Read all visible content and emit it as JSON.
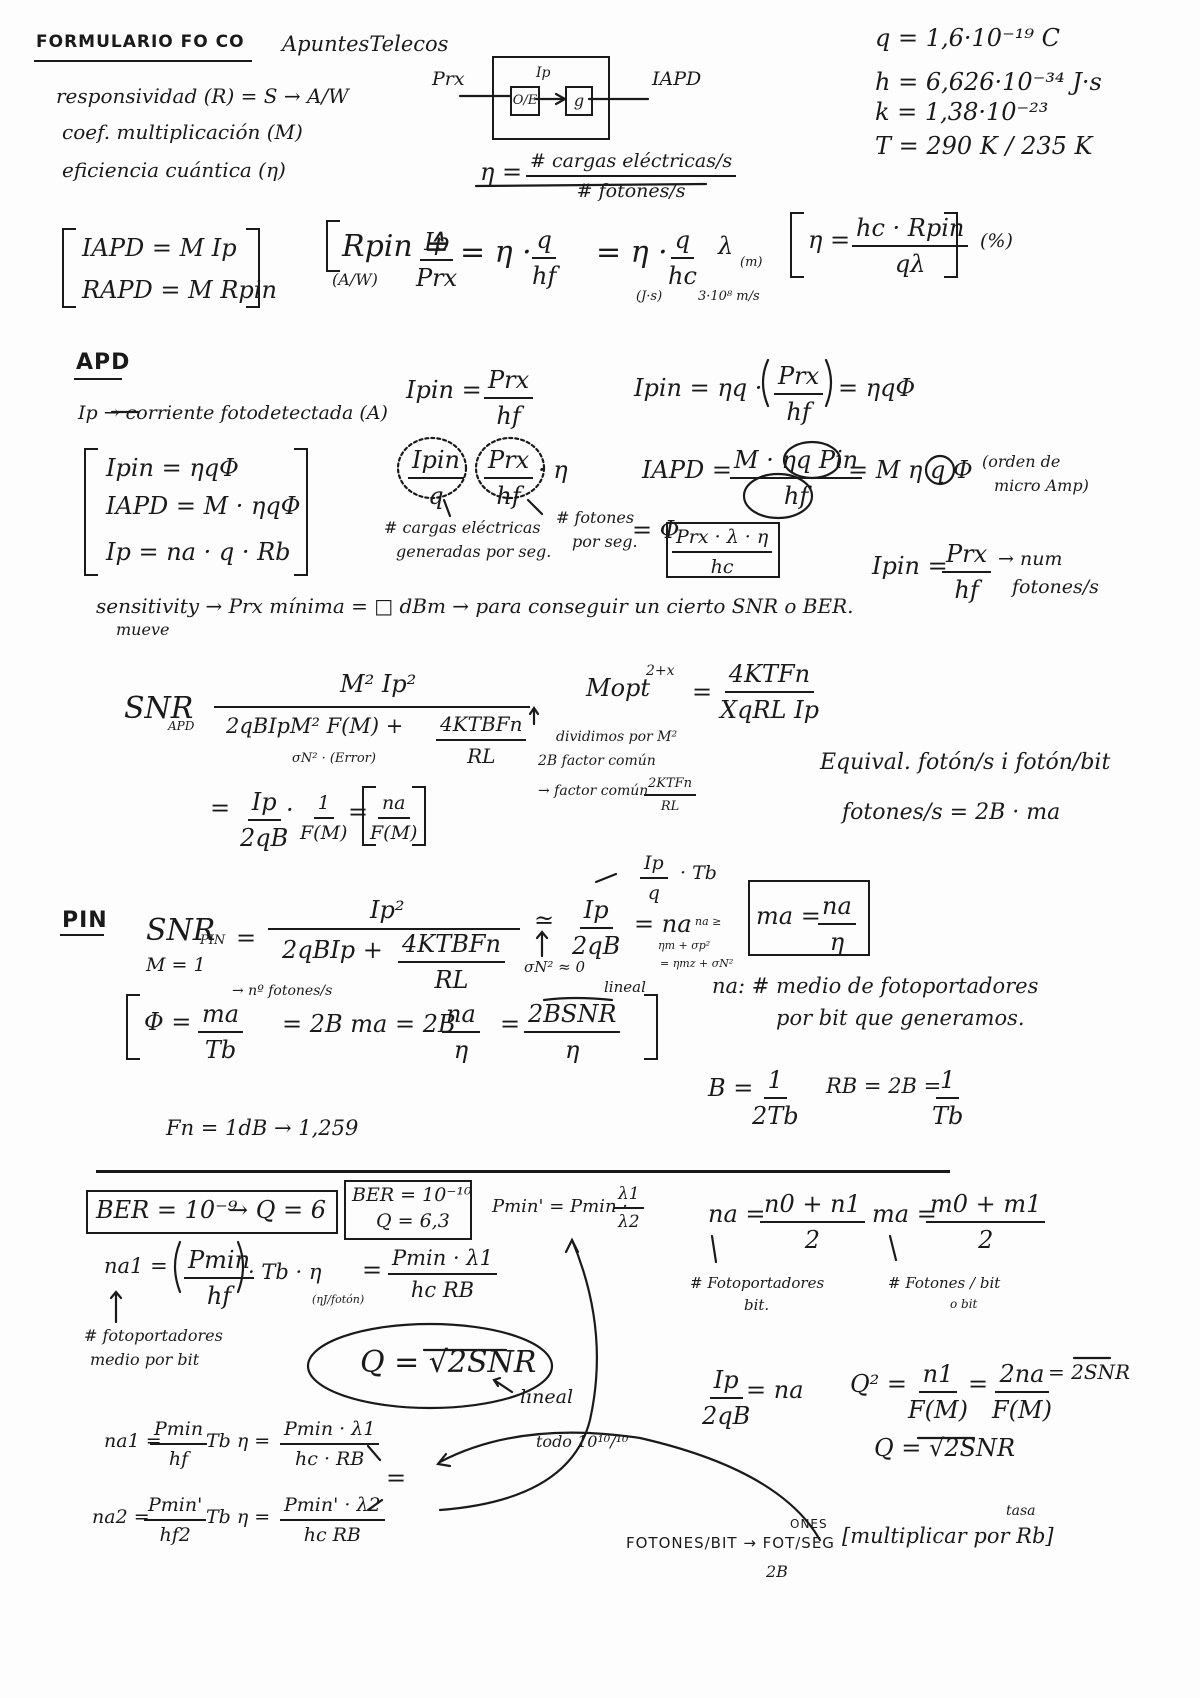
{
  "header": {
    "title": "FORMULARIO FO CO",
    "author": "ApuntesTelecos"
  },
  "constants": {
    "q": "q = 1,6·10⁻¹⁹ C",
    "h": "h = 6,626·10⁻³⁴ J·s",
    "k": "k = 1,38·10⁻²³",
    "T": "T = 290 K / 235 K"
  },
  "definitions": {
    "responsivity": "responsividad (R) = S → A/W",
    "multiplication": "coef. multiplicación (M)",
    "efficiency": "eficiencia cuántica (η)"
  },
  "diagram": {
    "prx": "Prx",
    "ip": "Ip",
    "oe": "O/E",
    "g": "g",
    "iapd": "IAPD"
  },
  "eta_def": {
    "lhs": "η =",
    "num": "# cargas eléctricas/s",
    "den": "# fotones/s"
  },
  "apd_pin_box": {
    "l1": "IAPD = M Ip",
    "l2": "RAPD = M Rpin"
  },
  "rpin": {
    "lhs": "Rpin ≙",
    "unit": "(A/W)",
    "f1_num": "Ip",
    "f1_den": "Prx",
    "eq1": "= η ·",
    "f2_num": "q",
    "f2_den": "hf",
    "eq2": "= η ·",
    "f3_num": "q",
    "f3_den": "hc",
    "lambda": "λ",
    "lambda_unit": "(m)",
    "h_unit": "(J·s)",
    "c_unit": "3·10⁸ m/s"
  },
  "eta_formula": {
    "lhs": "η =",
    "num": "hc · Rpin",
    "den": "qλ",
    "unit": "(%)"
  },
  "apd": {
    "heading": "APD",
    "ip_def": "Ip → corriente fotodetectada (A)",
    "ipin_lhs": "Ipin =",
    "ipin_num": "Prx",
    "ipin_den": "hf",
    "ipin2_lhs": "Ipin = ηq ·",
    "ipin2_num": "Prx",
    "ipin2_den": "hf",
    "ipin2_rhs": "= ηqΦ",
    "box_l1": "Ipin = ηqΦ",
    "box_l2": "IAPD = M · ηqΦ",
    "box_l3": "Ip = na · q · Rb",
    "circ_num": "Ipin",
    "circ_den": "q",
    "circ2_num": "Prx",
    "circ2_den": "hf",
    "circ_eta": "· η",
    "cargas": "# cargas eléctricas",
    "cargas2": "generadas por seg.",
    "fotones": "# fotones",
    "fotones2": "por seg.",
    "phi_eq": "= Φ",
    "phi_num": "Prx · λ · η",
    "phi_den": "hc",
    "iapd_lhs": "IAPD =",
    "iapd_num": "M · ηq Pin",
    "iapd_den": "hf",
    "iapd_rhs": "= M η q Φ",
    "orden": "(orden de",
    "orden2": "micro Amp)",
    "ipin3_lhs": "Ipin =",
    "ipin3_num": "Prx",
    "ipin3_den": "hf",
    "ipin3_rhs": "→ num",
    "ipin3_rhs2": "fotones/s",
    "sensitivity": "sensitivity → Prx mínima = □ dBm → para conseguir un cierto SNR o BER.",
    "mueve": "mueve"
  },
  "snr_apd": {
    "lhs": "SNR",
    "sub": "APD",
    "num": "M² Ip²",
    "den1": "2qBIpM² F(M) +",
    "den_frac_num": "4KTBFn",
    "den_frac_den": "RL",
    "under": "σN² · (Error)",
    "note1": "dividimos por M²",
    "note2": "2B factor común",
    "note3": "→ factor común",
    "note3_num": "2KTFn",
    "note3_den": "RL",
    "r1": "=",
    "r1_num": "Ip",
    "r1_den": "2qB",
    "r1_dot": "·",
    "r2_num": "1",
    "r2_den": "F(M)",
    "r3_eq": "=",
    "r3_num": "na",
    "r3_den": "F(M)"
  },
  "mopt": {
    "lhs": "Mopt",
    "sup": "2+x",
    "eq": "=",
    "num": "4KTFn",
    "den": "XqRL Ip"
  },
  "equival": {
    "l1": "Equival. fotón/s i fotón/bit",
    "l2": "fotones/s = 2B · ma"
  },
  "pin": {
    "heading": "PIN",
    "lhs": "SNR",
    "sub": "PIN",
    "m1": "M = 1",
    "num": "Ip²",
    "den1": "2qBIp +",
    "den_num": "4KTBFn",
    "den_den": "RL",
    "sigma": "σN² ≈ 0",
    "approx": "≃",
    "a_num": "Ip",
    "a_den": "2qB",
    "na_eq": "= na",
    "na_small": "· na ≥",
    "small1": "ηm + σp²",
    "small2": "= ηmz + σN²",
    "top_frac_num": "Ip",
    "top_frac_den": "q",
    "top_frac_tb": "· Tb",
    "ma_box_lhs": "ma =",
    "ma_box_num": "na",
    "ma_box_den": "η",
    "na_def": "na: # medio de fotoportadores",
    "na_def2": "por bit que generamos.",
    "phi_lhs": "Φ =",
    "phi_num": "ma",
    "phi_den": "Tb",
    "phi_note": "→ nº fotones/s",
    "phi_eq1": "= 2B ma = 2B",
    "phi_f2_num": "na",
    "phi_f2_den": "η",
    "phi_eq2": "=",
    "phi_f3_num": "2BSNR",
    "phi_f3_den": "η",
    "lineal": "lineal",
    "B_lhs": "B =",
    "B_num": "1",
    "B_den": "2Tb",
    "RB_lhs": "RB = 2B =",
    "RB_num": "1",
    "RB_den": "Tb",
    "fn": "Fn = 1dB → 1,259"
  },
  "ber": {
    "box1": "BER = 10⁻⁹",
    "arrow_q": "→ Q = 6",
    "box2_l1": "BER = 10⁻¹⁰",
    "box2_l2": "Q = 6,3",
    "pmin_lhs": "Pmin' = Pmin ·",
    "pmin_num": "λ1",
    "pmin_den": "λ2",
    "na_lhs": "na =",
    "na_num": "n0 + n1",
    "na_den": "2",
    "ma_lhs": "ma =",
    "ma_num": "m0 + m1",
    "ma_den": "2",
    "na_note": "# Fotoportadores",
    "na_note2": "bit.",
    "ma_note": "# Fotones / bit",
    "ma_note2": "o bit",
    "na1_lhs": "na1 =",
    "na1_p_num": "Pmin",
    "na1_p_den": "hf",
    "na1_mid": "· Tb · η",
    "na1_eq": "=",
    "na1_num": "Pmin · λ1",
    "na1_den": "hc RB",
    "na1_note": "(ηJ/fotón)",
    "foto_note": "# fotoportadores",
    "foto_note2": "medio por bit",
    "q_formula": "Q = √2SNR",
    "lineal": "lineal",
    "todo": "todo    10¹⁰/¹⁰",
    "ip_lhs_num": "Ip",
    "ip_lhs_den": "2qB",
    "ip_rhs": "= na",
    "q2_lhs": "Q² =",
    "q2_f1_num": "n1",
    "q2_f1_den": "F(M)",
    "q2_eq": "=",
    "q2_f2_num": "2na",
    "q2_f2_den": "F(M)",
    "q2_eq2": "= 2SNR",
    "q3": "Q = √2SNR",
    "na1b_lhs": "na1 =",
    "na1b_num": "Pmin",
    "na1b_den": "hf",
    "na1b_mid": "Tb η =",
    "na1b_r_num": "Pmin · λ1",
    "na1b_r_den": "hc · RB",
    "na2_lhs": "na2 =",
    "na2_num": "Pmin'",
    "na2_den": "hf2",
    "na2_mid": "Tb η =",
    "na2_r_num": "Pmin' · λ2",
    "na2_r_den": "hc RB",
    "equal": "=",
    "foton_bit": "FOTONES/BIT → FOT/SEG",
    "ones": "ONES",
    "tasa": "tasa",
    "multiplicar": "[multiplicar por Rb]",
    "twoB": "2B"
  }
}
